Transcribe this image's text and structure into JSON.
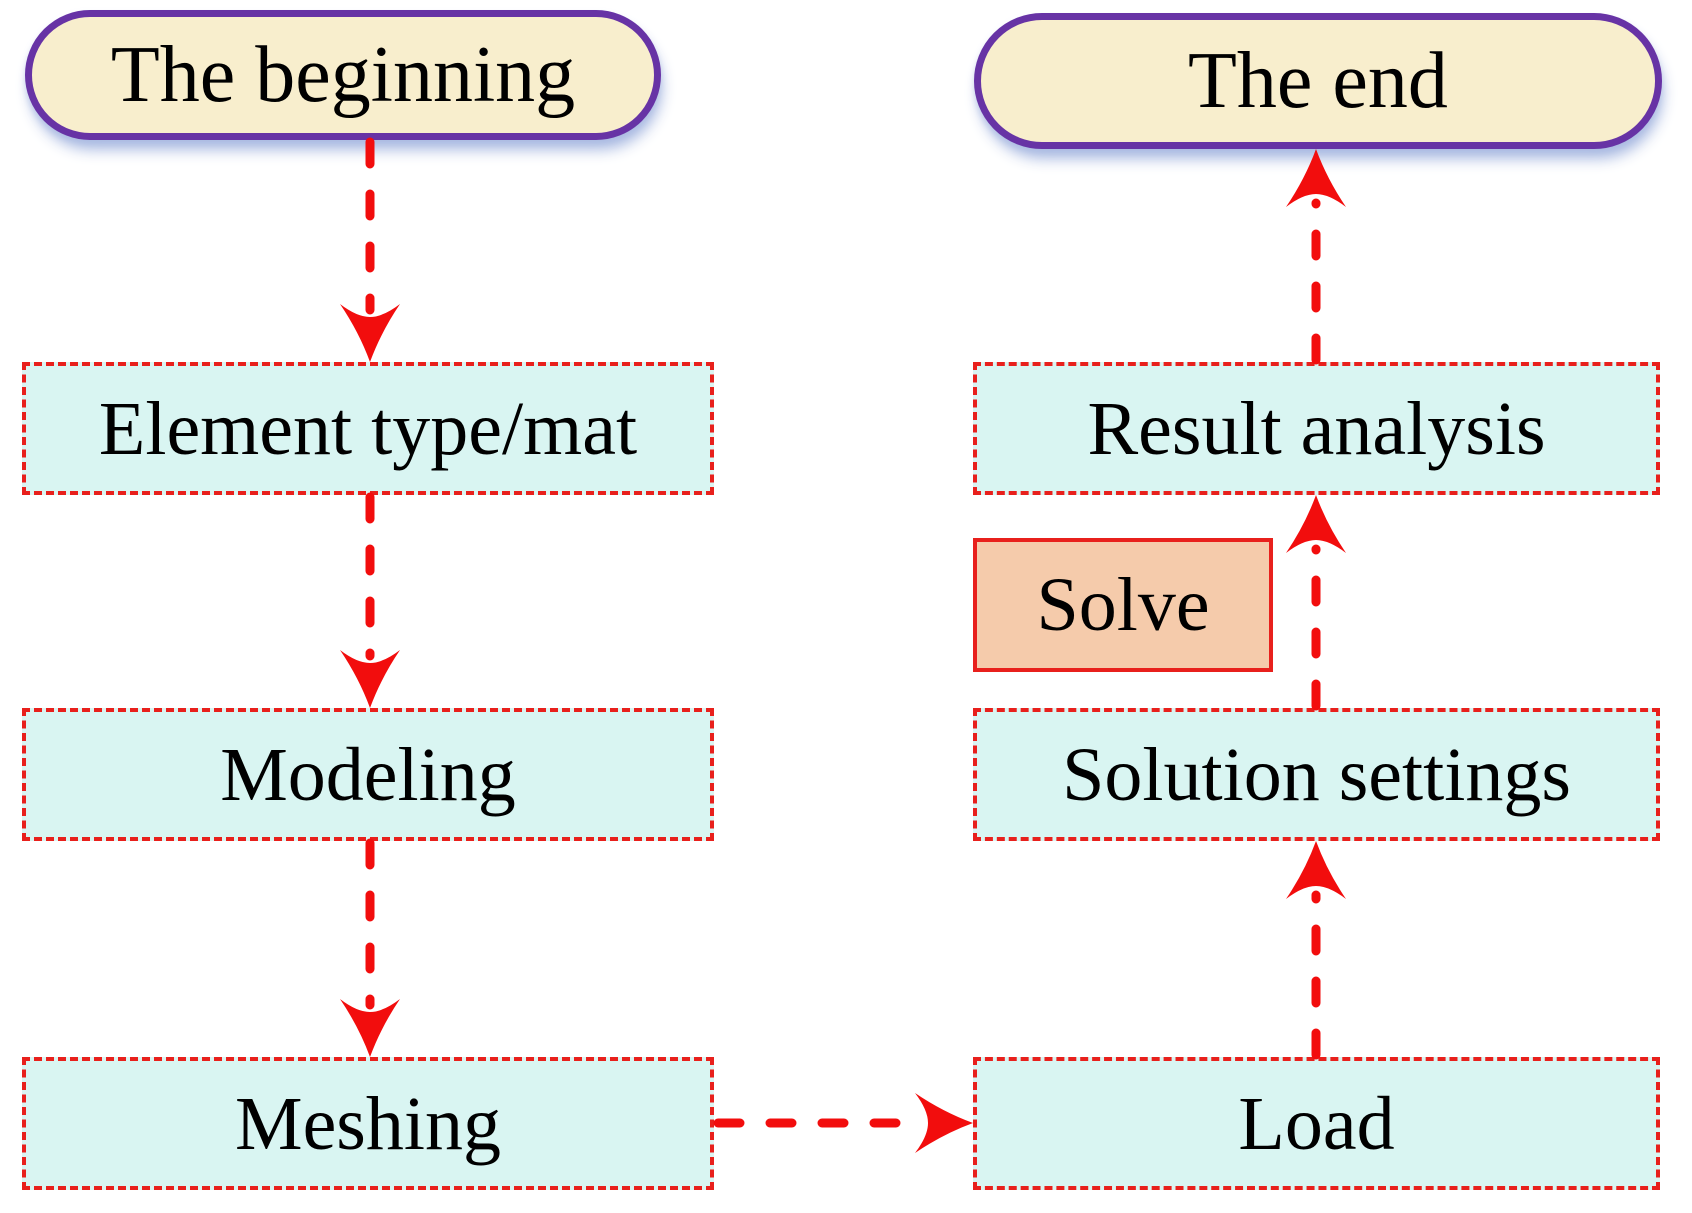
{
  "title": "FEA workflow flowchart",
  "background": "#ffffff",
  "colors": {
    "background": "#ffffff",
    "terminal_fill": "#f8eecd",
    "terminal_border": "#6733a5",
    "process_fill": "#d9f5f2",
    "process_border": "#e8201c",
    "solve_fill": "#f5cbab",
    "arrow": "#f20d0d",
    "text": "#000000"
  },
  "nodes": {
    "begin": {
      "label": "The beginning",
      "type": "terminal"
    },
    "element": {
      "label": "Element type/mat",
      "type": "process"
    },
    "modeling": {
      "label": "Modeling",
      "type": "process"
    },
    "meshing": {
      "label": "Meshing",
      "type": "process"
    },
    "load": {
      "label": "Load",
      "type": "process"
    },
    "solution": {
      "label": "Solution settings",
      "type": "process"
    },
    "solve": {
      "label": "Solve",
      "type": "action"
    },
    "result": {
      "label": "Result analysis",
      "type": "process"
    },
    "end": {
      "label": "The end",
      "type": "terminal"
    }
  },
  "edges": [
    {
      "from": "begin",
      "to": "element",
      "direction": "down",
      "style": "dashed-red-arrow"
    },
    {
      "from": "element",
      "to": "modeling",
      "direction": "down",
      "style": "dashed-red-arrow"
    },
    {
      "from": "modeling",
      "to": "meshing",
      "direction": "down",
      "style": "dashed-red-arrow"
    },
    {
      "from": "meshing",
      "to": "load",
      "direction": "right",
      "style": "dashed-red-arrow"
    },
    {
      "from": "load",
      "to": "solution",
      "direction": "up",
      "style": "dashed-red-arrow"
    },
    {
      "from": "solution",
      "to": "result",
      "direction": "up",
      "style": "dashed-red-arrow",
      "note": "passes beside Solve box"
    },
    {
      "from": "result",
      "to": "end",
      "direction": "up",
      "style": "dashed-red-arrow"
    }
  ]
}
